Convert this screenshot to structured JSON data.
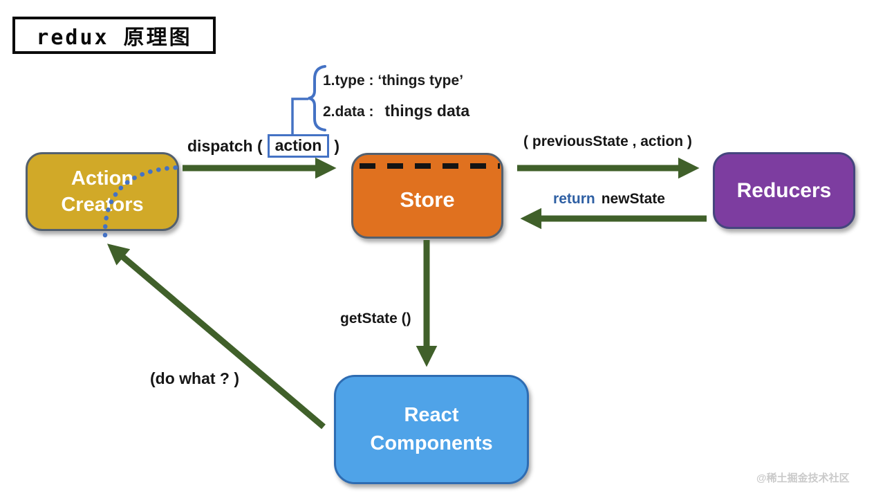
{
  "title": "redux 原理图",
  "annotation": {
    "line1": "1.type : ‘things type’",
    "line2_label": "2.data :",
    "line2_value": "things data"
  },
  "labels": {
    "dispatch_prefix": "dispatch (",
    "action": "action",
    "dispatch_suffix": ")",
    "previous_state": "( previousState , action )",
    "return_keyword": "return",
    "new_state": "newState",
    "get_state": "getState ()",
    "do_what": "(do what ? )"
  },
  "nodes": {
    "action_creators": {
      "label": "Action Creators",
      "color": "#d1a928"
    },
    "store": {
      "label": "Store",
      "color": "#e0711f"
    },
    "reducers": {
      "label": "Reducers",
      "color": "#7d3da0"
    },
    "react_components": {
      "label": "React Components",
      "color": "#4fa3e8"
    }
  },
  "colors": {
    "arrow_green": "#40602a",
    "accent_blue": "#4472c4",
    "return_blue": "#2e5fa3",
    "dash_black": "#141414",
    "watermark_gray": "#cacaca"
  },
  "watermark": "@稀土掘金技术社区"
}
